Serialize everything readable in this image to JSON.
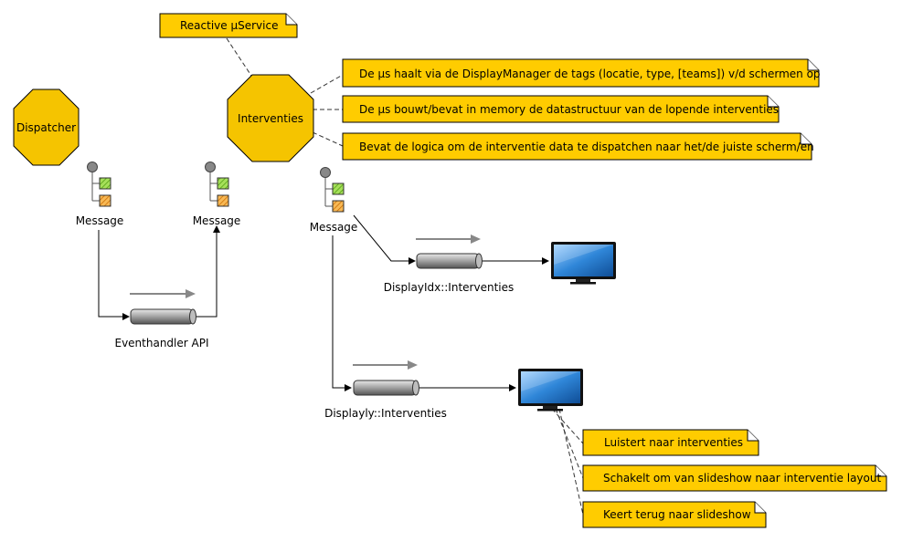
{
  "nodes": {
    "dispatcher": "Dispatcher",
    "interventies": "Interventies"
  },
  "notes": {
    "reactive": "Reactive µService",
    "note1": "De µs haalt via de DisplayManager de tags (locatie, type, [teams]) v/d schermen op",
    "note2": "De µs bouwt/bevat in memory de datastructuur van de lopende interventies",
    "note3": "Bevat de logica om de interventie data te dispatchen naar het/de juiste scherm/en",
    "note4": "Luistert naar interventies",
    "note5": "Schakelt om van slideshow naar interventie layout",
    "note6": "Keert terug naar slideshow"
  },
  "messages": {
    "m1": "Message",
    "m2": "Message",
    "m3": "Message"
  },
  "channels": {
    "eventhandler": "Eventhandler API",
    "displayidx": "DisplayIdx::Interventies",
    "displayly": "Displayly::Interventies"
  },
  "colors": {
    "octagon": "#f5c400",
    "note": "#ffcc00",
    "green": "#7ed321",
    "orange": "#f5a623",
    "screen": "#3d8fd6"
  }
}
